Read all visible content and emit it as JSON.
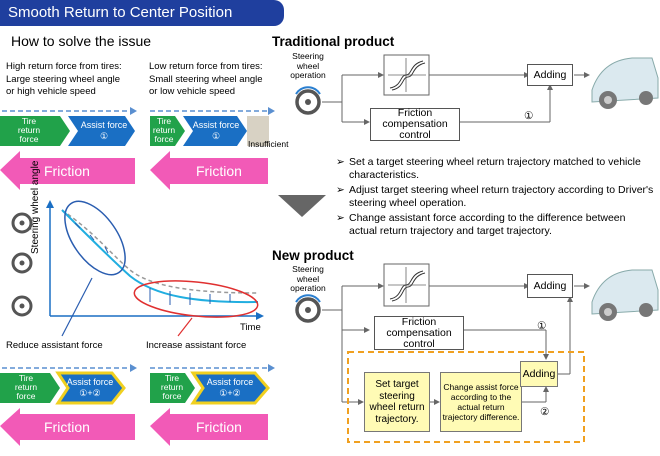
{
  "header": {
    "title": "Smooth Return to Center Position"
  },
  "left": {
    "subtitle": "How to solve the issue",
    "cond_high": {
      "line1": "High return force from tires:",
      "line2": "Large steering wheel angle",
      "line3": "or high vehicle speed"
    },
    "cond_low": {
      "line1": "Low return force from tires:",
      "line2": "Small steering wheel angle",
      "line3": "or low vehicle speed"
    },
    "tire_return_force": "Tire\nreturn\nforce",
    "assist_force_1": "Assist force\n①",
    "assist_force_12": "Assist force\n①+②",
    "insufficient": "Insufficient",
    "friction": "Friction",
    "graph": {
      "ylabel": "Steering wheel angle",
      "xlabel": "Time"
    },
    "reduce_label": "Reduce assistant force",
    "increase_label": "Increase assistant force"
  },
  "traditional": {
    "title": "Traditional product",
    "steering_op": "Steering\nwheel\noperation",
    "adding": "Adding",
    "friction_comp": "Friction\ncompensation\ncontrol",
    "marker1": "①"
  },
  "bullets": [
    "Set a target steering wheel return trajectory matched to vehicle characteristics.",
    "Adjust target steering wheel return trajectory according to Driver's steering wheel operation.",
    "Change assistant force according to the difference between actual return trajectory and target trajectory."
  ],
  "new_product": {
    "title": "New product",
    "steering_op": "Steering\nwheel\noperation",
    "adding": "Adding",
    "adding_small": "Adding",
    "friction_comp": "Friction\ncompensation\ncontrol",
    "set_target": "Set target\nsteering\nwheel return\ntrajectory.",
    "change_assist": "Change assist force\naccording to the\nactual return\ntrajectory difference.",
    "marker1": "①",
    "marker2": "②"
  },
  "colors": {
    "header_bg": "#1f3f9e",
    "green": "#21a24a",
    "blue": "#1a6fc4",
    "pink": "#f25ab7",
    "orange_dash": "#f0a020",
    "yellow": "#fffbb5"
  }
}
